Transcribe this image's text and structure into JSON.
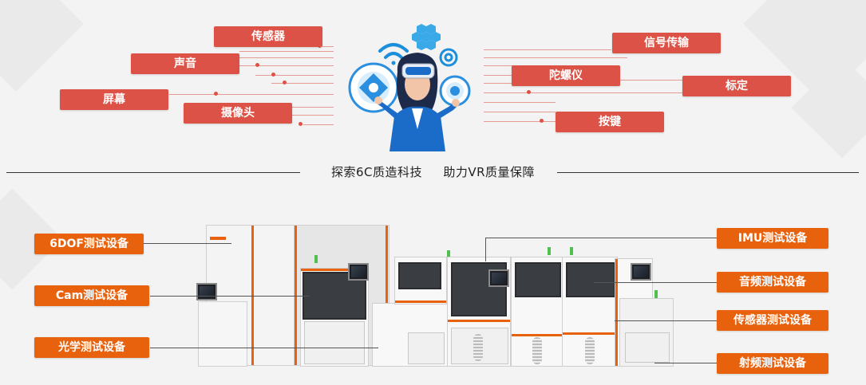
{
  "top_left_tags": [
    "传感器",
    "声音",
    "屏幕",
    "摄像头"
  ],
  "top_right_tags": [
    "信号传输",
    "陀螺仪",
    "标定",
    "按键"
  ],
  "tagline": "探索6C质造科技     助力VR质量保障",
  "left_equipment": [
    "6DOF测试设备",
    "Cam测试设备",
    "光学测试设备"
  ],
  "right_equipment": [
    "IMU测试设备",
    "音频测试设备",
    "传感器测试设备",
    "射频测试设备"
  ],
  "icons": [
    "wifi-icon",
    "hexagon-cluster-icon",
    "at-sign-icon",
    "vr-headset-icon",
    "touch-hand-icon"
  ],
  "colors": {
    "tag_red": "#dc5246",
    "tag_orange": "#e8620e",
    "accent_blue": "#1b6cc9",
    "icon_cyan": "#3aa9e8"
  }
}
